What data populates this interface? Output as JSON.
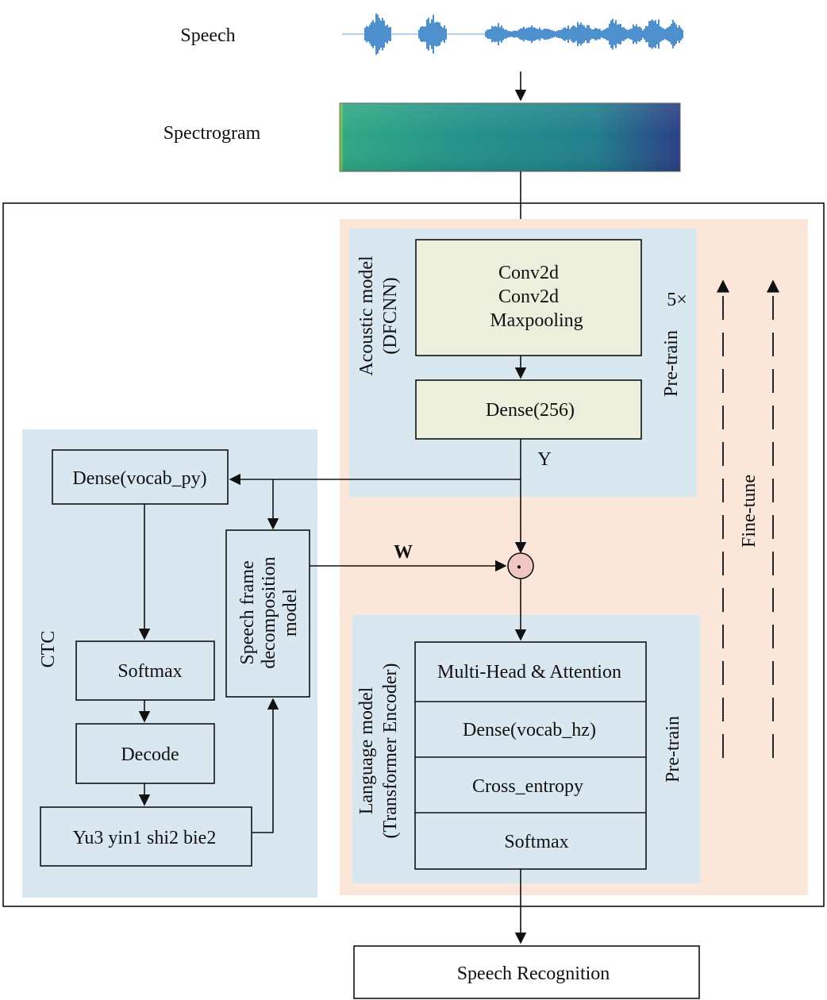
{
  "labels": {
    "speech": "Speech",
    "spectrogram": "Spectrogram",
    "acoustic_model_line1": "Acoustic model",
    "acoustic_model_line2": "(DFCNN)",
    "conv_line1": "Conv2d",
    "conv_line2": "Conv2d",
    "conv_line3": "Maxpooling",
    "repeat": "5×",
    "pretrain_top": "Pre-train",
    "dense256": "Dense(256)",
    "y_label": "Y",
    "fine_tune": "Fine-tune",
    "dense_vocab_py": "Dense(vocab_py)",
    "sfd_line1": "Speech frame",
    "sfd_line2": "decomposition",
    "sfd_line3": "model",
    "w_label": "W",
    "dot": "·",
    "ctc": "CTC",
    "ctc_softmax": "Softmax",
    "decode": "Decode",
    "pinyin": "Yu3 yin1 shi2 bie2",
    "lm_line1": "Language model",
    "lm_line2": "(Transformer Encoder)",
    "mha": "Multi-Head & Attention",
    "dense_vocab_hz": "Dense(vocab_hz)",
    "cross_entropy": "Cross_entropy",
    "lm_softmax": "Softmax",
    "pretrain_bottom": "Pre-train",
    "speech_recognition": "Speech Recognition"
  },
  "colors": {
    "peach_region": "#fbe7d9",
    "blue_region": "#d9e8f0",
    "conv_box": "#ecefdc",
    "circle": "#f2c6c2",
    "waveform": "#2f7cc4"
  }
}
